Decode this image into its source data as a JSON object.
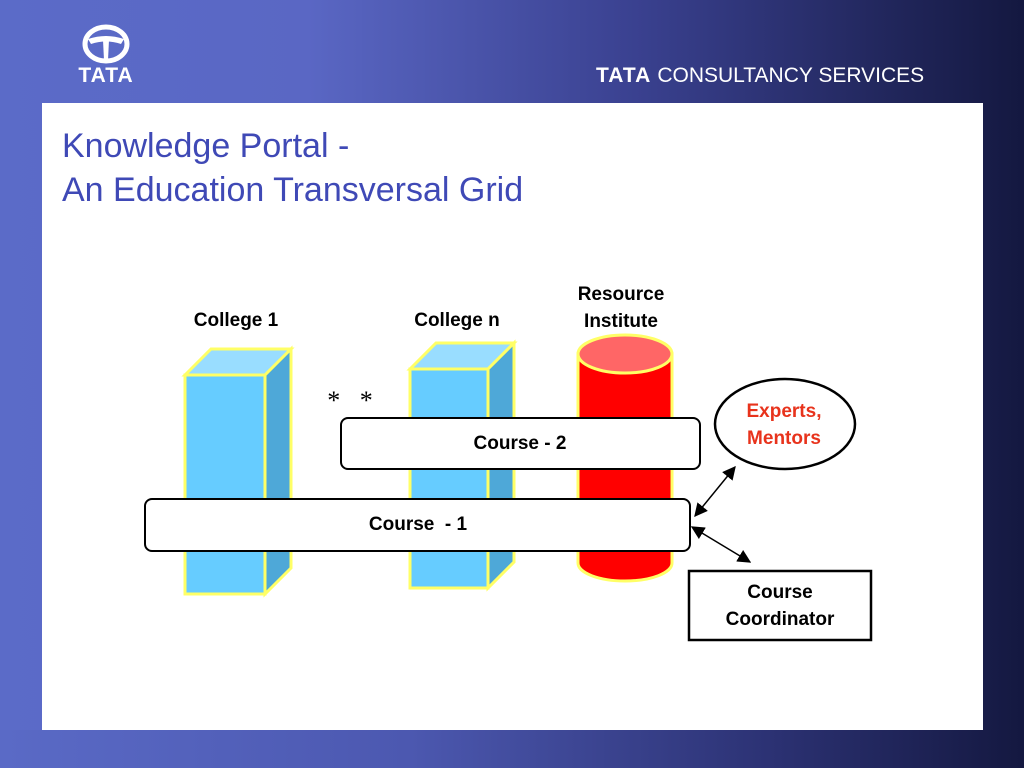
{
  "header": {
    "logo_text": "TATA",
    "brand_prefix": "TATA",
    "brand_rest": "CONSULTANCY SERVICES"
  },
  "title": {
    "line1": "Knowledge Portal -",
    "line2": "An Education Transversal Grid"
  },
  "diagram": {
    "college_1": "College 1",
    "college_n": "College n",
    "resource_line1": "Resource",
    "resource_line2": "Institute",
    "separator": "*   *",
    "course_2": "Course - 2",
    "course_1": "Course  - 1",
    "experts_line1": "Experts,",
    "experts_line2": "Mentors",
    "coordinator_line1": "Course",
    "coordinator_line2": "Coordinator"
  },
  "colors": {
    "slide_title": "#3f49b6",
    "college_fill": "#66ccff",
    "college_outline": "#ffff66",
    "institute_fill": "#ff0000",
    "institute_top": "#ff6666",
    "experts_text": "#e8331c"
  }
}
